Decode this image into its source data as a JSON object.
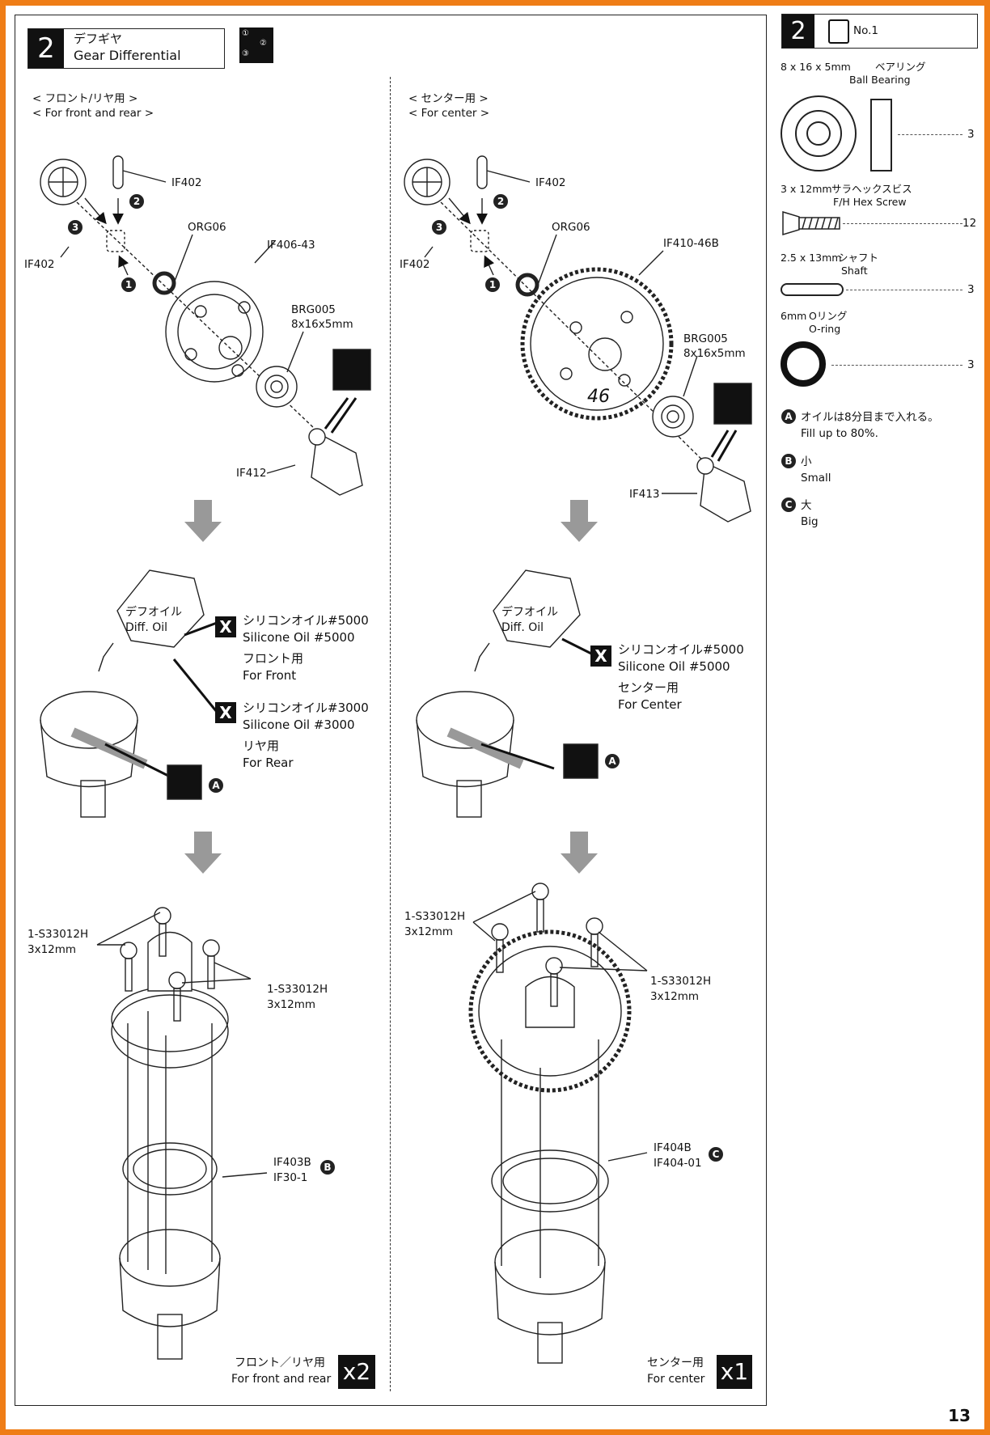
{
  "step": {
    "number": "2",
    "title_jp": "デフギヤ",
    "title_en": "Gear Differential",
    "order_icon": [
      "①",
      "②",
      "③"
    ]
  },
  "left_col": {
    "header_jp": "< フロント/リヤ用 >",
    "header_en": "< For front and rear >",
    "parts": {
      "if402_top": "IF402",
      "if402_gear": "IF402",
      "org06": "ORG06",
      "if406": "IF406-43",
      "brg005": "BRG005",
      "brg_size": "8x16x5mm",
      "if412": "IF412"
    },
    "seq": [
      "1",
      "2",
      "3"
    ],
    "oil": {
      "bottle": "デフオイル\nDiff. Oil",
      "front_jp": "シリコンオイル#5000",
      "front_en": "Silicone Oil #5000",
      "front_use_jp": "フロント用",
      "front_use_en": "For Front",
      "rear_jp": "シリコンオイル#3000",
      "rear_en": "Silicone Oil #3000",
      "rear_use_jp": "リヤ用",
      "rear_use_en": "For Rear",
      "note": "A"
    },
    "screws_a": "1-S33012H\n3x12mm",
    "screws_b": "1-S33012H\n3x12mm",
    "gasket": "IF403B\nIF30-1",
    "gasket_note": "B",
    "qty_jp": "フロント／リヤ用",
    "qty_en": "For front and rear",
    "qty": "x2"
  },
  "right_col": {
    "header_jp": "< センター用 >",
    "header_en": "< For center  >",
    "parts": {
      "if402_top": "IF402",
      "if402_gear": "IF402",
      "org06": "ORG06",
      "if410": "IF410-46B",
      "brg005": "BRG005",
      "brg_size": "8x16x5mm",
      "if413": "IF413",
      "teeth": "46"
    },
    "seq": [
      "1",
      "2",
      "3"
    ],
    "oil": {
      "bottle": "デフオイル\nDiff. Oil",
      "jp": "シリコンオイル#5000",
      "en": "Silicone Oil #5000",
      "use_jp": "センター用",
      "use_en": "For Center",
      "note": "A"
    },
    "screws_a": "1-S33012H\n3x12mm",
    "screws_b": "1-S33012H\n3x12mm",
    "gasket": "IF404B\nIF404-01",
    "gasket_note": "C",
    "qty_jp": "センター用",
    "qty_en": "For center",
    "qty": "x1"
  },
  "sidebar": {
    "step": "2",
    "bag": "No.1",
    "items": [
      {
        "size": "8 x 16 x 5mm",
        "jp": "ベアリング",
        "en": "Ball Bearing",
        "qty": "3"
      },
      {
        "size": "3 x 12mm",
        "jp": "サラヘックスビス",
        "en": "F/H Hex Screw",
        "qty": "12"
      },
      {
        "size": "2.5 x 13mm",
        "jp": "シャフト",
        "en": "Shaft",
        "qty": "3"
      },
      {
        "size": "6mm",
        "jp": "Oリング",
        "en": "O-ring",
        "qty": "3"
      }
    ],
    "notes": [
      {
        "key": "A",
        "jp": "オイルは8分目まで入れる。",
        "en": "Fill up to 80%."
      },
      {
        "key": "B",
        "jp": "小",
        "en": "Small"
      },
      {
        "key": "C",
        "jp": "大",
        "en": "Big"
      }
    ]
  },
  "page_number": "13"
}
